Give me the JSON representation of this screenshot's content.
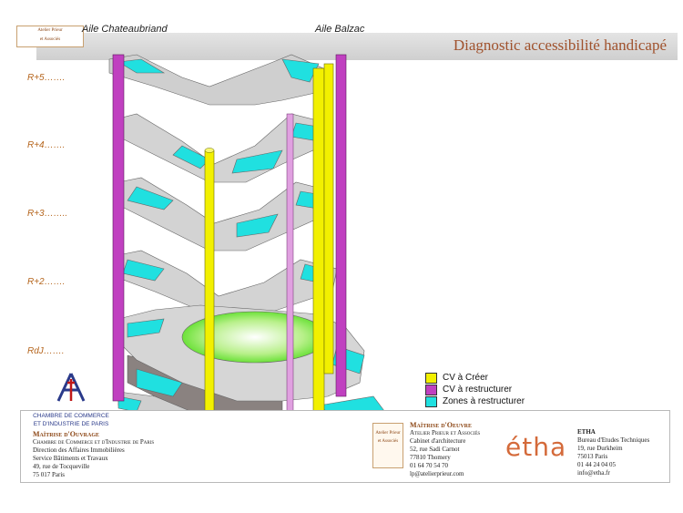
{
  "header": {
    "title": "Diagnostic accessibilité handicapé",
    "logo_line1": "Atelier Prieur",
    "logo_line2": "et Associés"
  },
  "wings": {
    "left": "Aile Chateaubriand",
    "right": "Aile Balzac"
  },
  "levels": [
    "R+5…….",
    "R+4…….",
    "R+3……..",
    "R+2…….",
    "RdJ……."
  ],
  "legend": [
    {
      "label": "CV à Créer",
      "color": "#f2f000"
    },
    {
      "label": "CV à restructurer",
      "color": "#c040c0"
    },
    {
      "label": "Zones à restructurer",
      "color": "#20e0e0"
    }
  ],
  "footer": {
    "cci_line1": "CHAMBRE DE COMMERCE",
    "cci_line2": "ET D'INDUSTRIE DE PARIS",
    "owner_heading": "Maîtrise d'Ouvrage",
    "owner_org": "Chambre de Commerce et d'Industrie de Paris",
    "owner_dept1": "Direction des Affaires Immobilières",
    "owner_dept2": "Service Bâtiments et Travaux",
    "owner_addr1": "49, rue de Tocqueville",
    "owner_addr2": "75 017 Paris",
    "work_heading": "Maîtrise d'Oeuvre",
    "work_firm": "Atelier Prieur et Associés",
    "work_type": "Cabinet d'architecture",
    "work_addr1": "52, rue Sadi Carnot",
    "work_addr2": "77810 Thomery",
    "work_phone": "01 64 70 54 70",
    "work_email": "lp@atelierprieur.com",
    "etha_logo": "étha",
    "etha_name": "ETHA",
    "etha_type": "Bureau d'Etudes Techniques",
    "etha_addr1": "19, rue Durkheim",
    "etha_addr2": "75013 Paris",
    "etha_phone": "01 44 24 04 05",
    "etha_email": "info@etha.fr",
    "stamp_line1": "Atelier Prieur",
    "stamp_line2": "et Associés"
  }
}
